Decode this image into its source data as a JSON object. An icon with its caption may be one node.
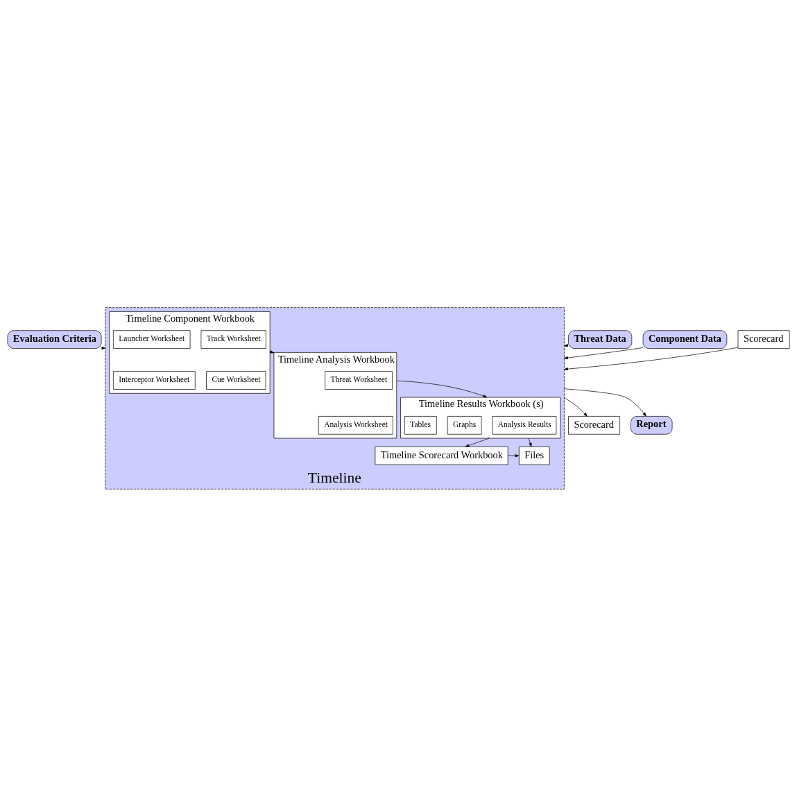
{
  "diagram": {
    "nodes": [
      {
        "text": [
          "Evaluation Criteria"
        ]
      },
      {
        "text": [
          "Threat Data"
        ]
      },
      {
        "text": [
          "Component Data"
        ]
      },
      {
        "text": [
          "Scorecard"
        ]
      },
      {
        "text": [
          "Timeline"
        ]
      },
      {
        "text": [
          "Timeline Analysis Workbook"
        ],
        "in": 4
      },
      {
        "text": [
          "Threat Worksheet"
        ],
        "in": 5
      },
      {
        "text": [
          "Analysis Worksheet"
        ],
        "in": 5
      },
      {
        "text": [
          "Timeline Component Workbook"
        ],
        "in": 4
      },
      {
        "text": [
          "Track Worksheet"
        ],
        "in": 8
      },
      {
        "text": [
          "Launcher Worksheet"
        ],
        "in": 8
      },
      {
        "text": [
          "Cue Worksheet"
        ],
        "in": 8
      },
      {
        "text": [
          "Interceptor Worksheet"
        ],
        "in": 8
      },
      {
        "text": [
          "Timeline Results Workbook (s)"
        ],
        "in": 4
      },
      {
        "text": [
          "Analysis Results"
        ],
        "in": 13
      },
      {
        "text": [
          "Graphs"
        ],
        "in": 13
      },
      {
        "text": [
          "Tables"
        ],
        "in": 13
      },
      {
        "text": [
          "Timeline Scorecard Workbook"
        ],
        "in": 4
      },
      {
        "text": [
          "Files"
        ],
        "in": 4
      },
      {
        "text": [
          "Scorecard"
        ]
      },
      {
        "text": [
          "Report"
        ]
      }
    ],
    "edges": [
      {
        "from": 0,
        "to": 4,
        "arrow": "to"
      },
      {
        "from": 1,
        "to": 4,
        "arrow": "to"
      },
      {
        "from": 2,
        "to": 4,
        "arrow": "to"
      },
      {
        "from": 3,
        "to": 4,
        "arrow": "to"
      },
      {
        "from": 8,
        "to": 5,
        "arrow": "to"
      },
      {
        "from": 5,
        "to": 13,
        "arrow": "to"
      },
      {
        "from": 13,
        "to": 17,
        "arrow": "to"
      },
      {
        "from": 13,
        "to": 18,
        "arrow": "to"
      },
      {
        "from": 17,
        "to": 18,
        "arrow": "to"
      },
      {
        "from": 4,
        "to": 19,
        "arrow": "to"
      },
      {
        "from": 4,
        "to": 20,
        "arrow": "to"
      }
    ]
  }
}
